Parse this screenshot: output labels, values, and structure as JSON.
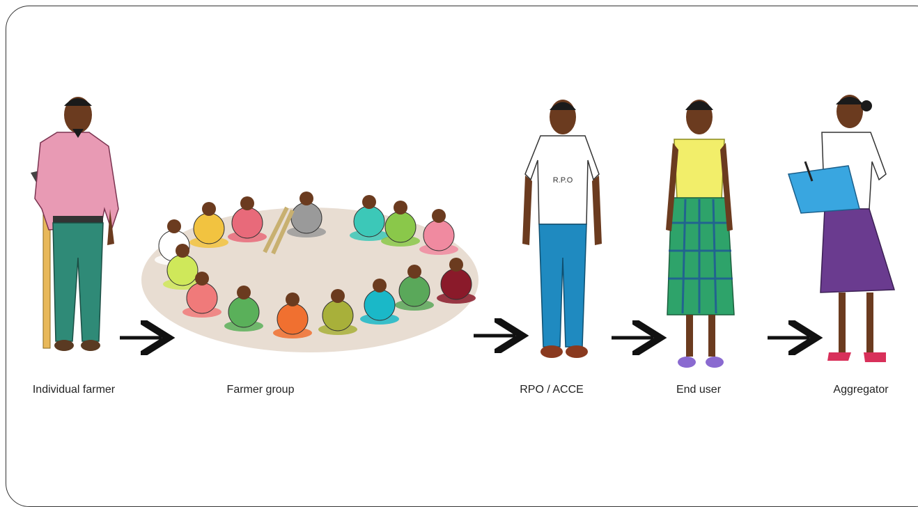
{
  "flow": {
    "nodes": [
      {
        "id": "individual-farmer",
        "label": "Individual farmer"
      },
      {
        "id": "farmer-group",
        "label": "Farmer group"
      },
      {
        "id": "rpo-acce",
        "label": "RPO / ACCE",
        "shirt_text": "R.P.O"
      },
      {
        "id": "end-user",
        "label": "End user"
      },
      {
        "id": "aggregator",
        "label": "Aggregator"
      }
    ],
    "colors": {
      "skin": "#6b3b1f",
      "pink_shirt": "#e89ab4",
      "green_trousers": "#2f8a77",
      "blue_jeans": "#1f8ac0",
      "yellow_top": "#f2ee6a",
      "plaid_skirt": "#2ea36a",
      "purple_skirt": "#6a3b8f",
      "clipboard": "#39a6e0",
      "ground": "#e8ddd2"
    }
  }
}
